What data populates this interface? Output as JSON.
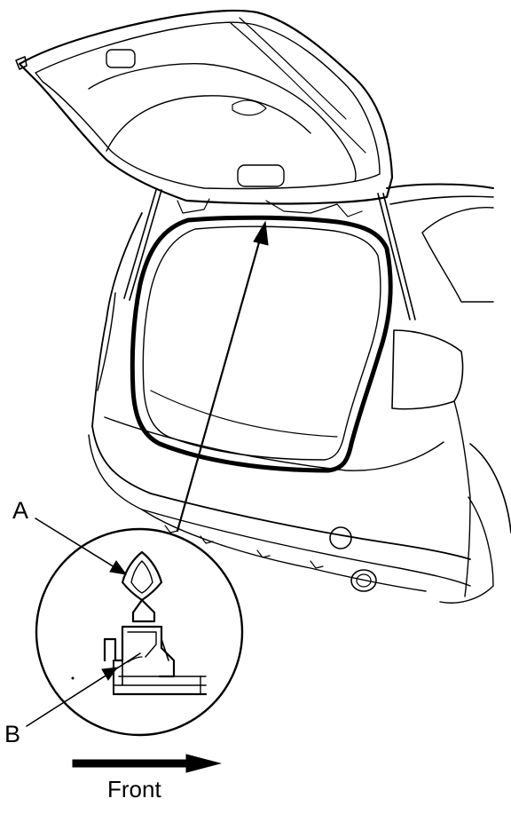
{
  "callouts": {
    "a": "A",
    "b": "B"
  },
  "direction": {
    "label": "Front"
  },
  "colors": {
    "line": "#000000",
    "background": "#ffffff"
  }
}
